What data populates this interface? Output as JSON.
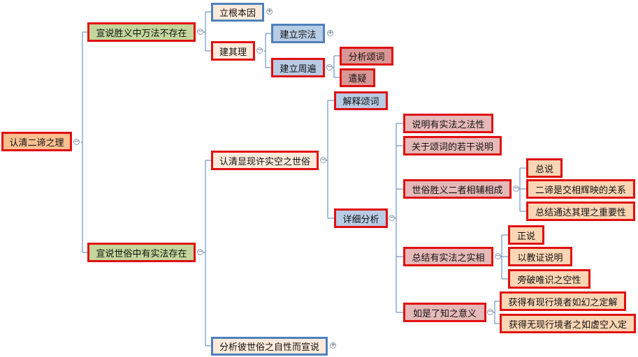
{
  "mindmap": {
    "root": "认清二谛之理",
    "ultimate": "宣说胜义中万法不存在",
    "establish_root": "立根本因",
    "establish_reason": "建其理",
    "establish_subject": "建立宗法",
    "establish_pervasion": "建立周遍",
    "analyze_verse": "分析颂词",
    "eliminate_doubt": "遣疑",
    "conventional": "宣说世俗中有实法存在",
    "recognize_appearance": "认清显现许实空之世俗",
    "analyze_self_nature": "分析彼世俗之自性而宣说",
    "explain_verse": "解释颂词",
    "detailed_analysis": "详细分析",
    "explain_nature": "说明有实法之法性",
    "verse_notes": "关于颂词的若干说明",
    "complement": "世俗胜义二者相辅相成",
    "summary": "总说",
    "mutual_reflection": "二谛是交相辉映的关系",
    "summary_importance": "总结通达其理之重要性",
    "conclude_reality": "总结有实法之实相",
    "refute": "正说",
    "scripture_proof": "以教证说明",
    "refute_mind_only": "旁破唯识之空性",
    "meaning_of_knowing": "如是了知之意义",
    "illusion_certainty": "获得有现行境者如幻之定解",
    "space_like_samadhi": "获得无现行境者之如虚空入定"
  },
  "colors": {
    "connector": "#4f81bd",
    "border_red": "#e01010",
    "border_blue": "#4f81bd"
  },
  "icons": {
    "expand": "plus-circle-icon",
    "collapse": "minus-circle-icon"
  }
}
